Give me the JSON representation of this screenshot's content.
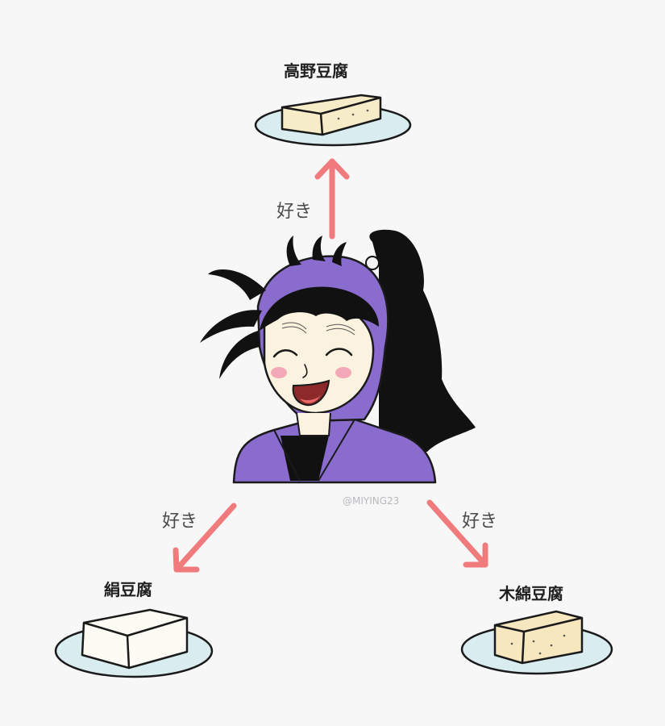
{
  "items": {
    "top": {
      "name": "高野豆腐",
      "relation": "好き"
    },
    "bottom_left": {
      "name": "絹豆腐",
      "relation": "好き"
    },
    "bottom_right": {
      "name": "木綿豆腐",
      "relation": "好き"
    }
  },
  "watermark": "@MIYING23",
  "colors": {
    "background": "#f7f7f8",
    "arrow": "#f07a7c",
    "plate": "#d9ecef",
    "koya_tofu": "#f6ecc8",
    "kinu_tofu": "#fdfcf4",
    "momen_tofu": "#f6e7bf",
    "outfit": "#8a6ccf",
    "hair": "#111111",
    "skin": "#fbf3df",
    "blush": "#f3a9b8"
  },
  "icons": {
    "center": "smiling-girl-icon",
    "top": "koya-tofu-icon",
    "bottom_left": "kinu-tofu-icon",
    "bottom_right": "momen-tofu-icon"
  }
}
